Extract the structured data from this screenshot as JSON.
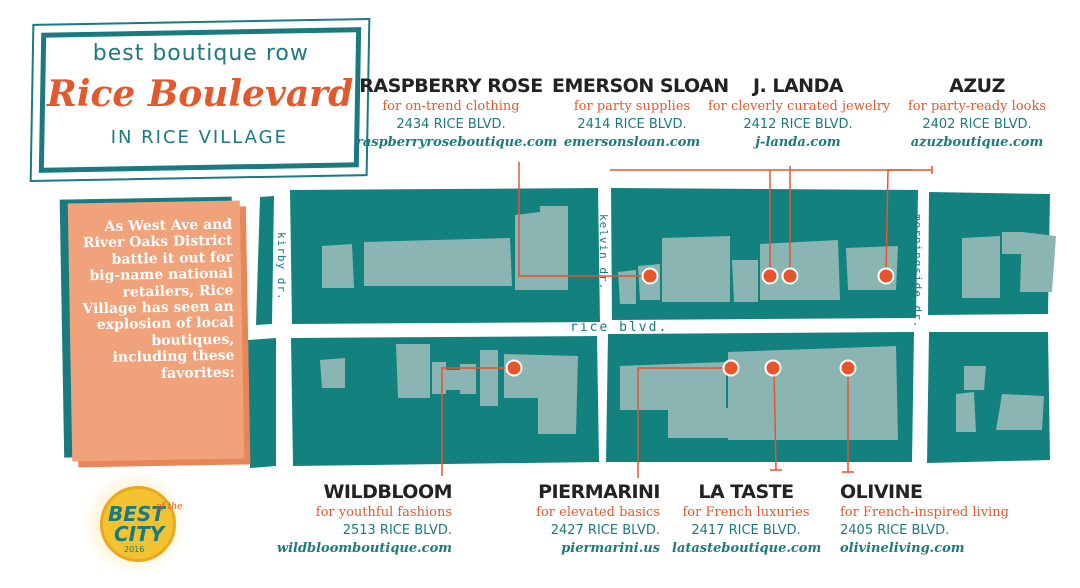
{
  "title": {
    "top": "best boutique row",
    "main": "Rice Boulevard",
    "sub": "IN RICE VILLAGE"
  },
  "intro": "As West Ave and River Oaks District battle it out for big-name national retailers, Rice Village has seen an explosion of local boutiques, including these favorites:",
  "streets": {
    "main": "rice blvd.",
    "cross": [
      "kirby dr.",
      "kelvin dr.",
      "morningside dr."
    ]
  },
  "stores_north": [
    {
      "name": "RASPBERRY ROSE",
      "desc": "for on-trend clothing",
      "addr": "2434 RICE BLVD.",
      "web": "raspberryroseboutique.com"
    },
    {
      "name": "EMERSON SLOAN",
      "desc": "for party supplies",
      "addr": "2414 RICE BLVD.",
      "web": "emersonsloan.com"
    },
    {
      "name": "J. LANDA",
      "desc": "for cleverly curated jewelry",
      "addr": "2412 RICE BLVD.",
      "web": "j-landa.com"
    },
    {
      "name": "AZUZ",
      "desc": "for party-ready looks",
      "addr": "2402 RICE BLVD.",
      "web": "azuzboutique.com"
    }
  ],
  "stores_south": [
    {
      "name": "WILDBLOOM",
      "desc": "for youthful fashions",
      "addr": "2513 RICE BLVD.",
      "web": "wildbloomboutique.com"
    },
    {
      "name": "PIERMARINI",
      "desc": "for elevated basics",
      "addr": "2427 RICE BLVD.",
      "web": "piermarini.us"
    },
    {
      "name": "LA TASTE",
      "desc": "for French luxuries",
      "addr": "2417 RICE BLVD.",
      "web": "latasteboutique.com"
    },
    {
      "name": "OLIVINE",
      "desc": "for French-inspired living",
      "addr": "2405 RICE BLVD.",
      "web": "olivineliving.com"
    }
  ],
  "badge": {
    "line1": "BEST",
    "line2": "of the",
    "line3": "CITY",
    "year": "2016"
  },
  "colors": {
    "block": "#13827f",
    "building": "#8bb5b3",
    "marker": "#e8552b",
    "accent": "#e05a2e",
    "teal": "#1b7a80",
    "intro_bg": "#f0a27a"
  }
}
